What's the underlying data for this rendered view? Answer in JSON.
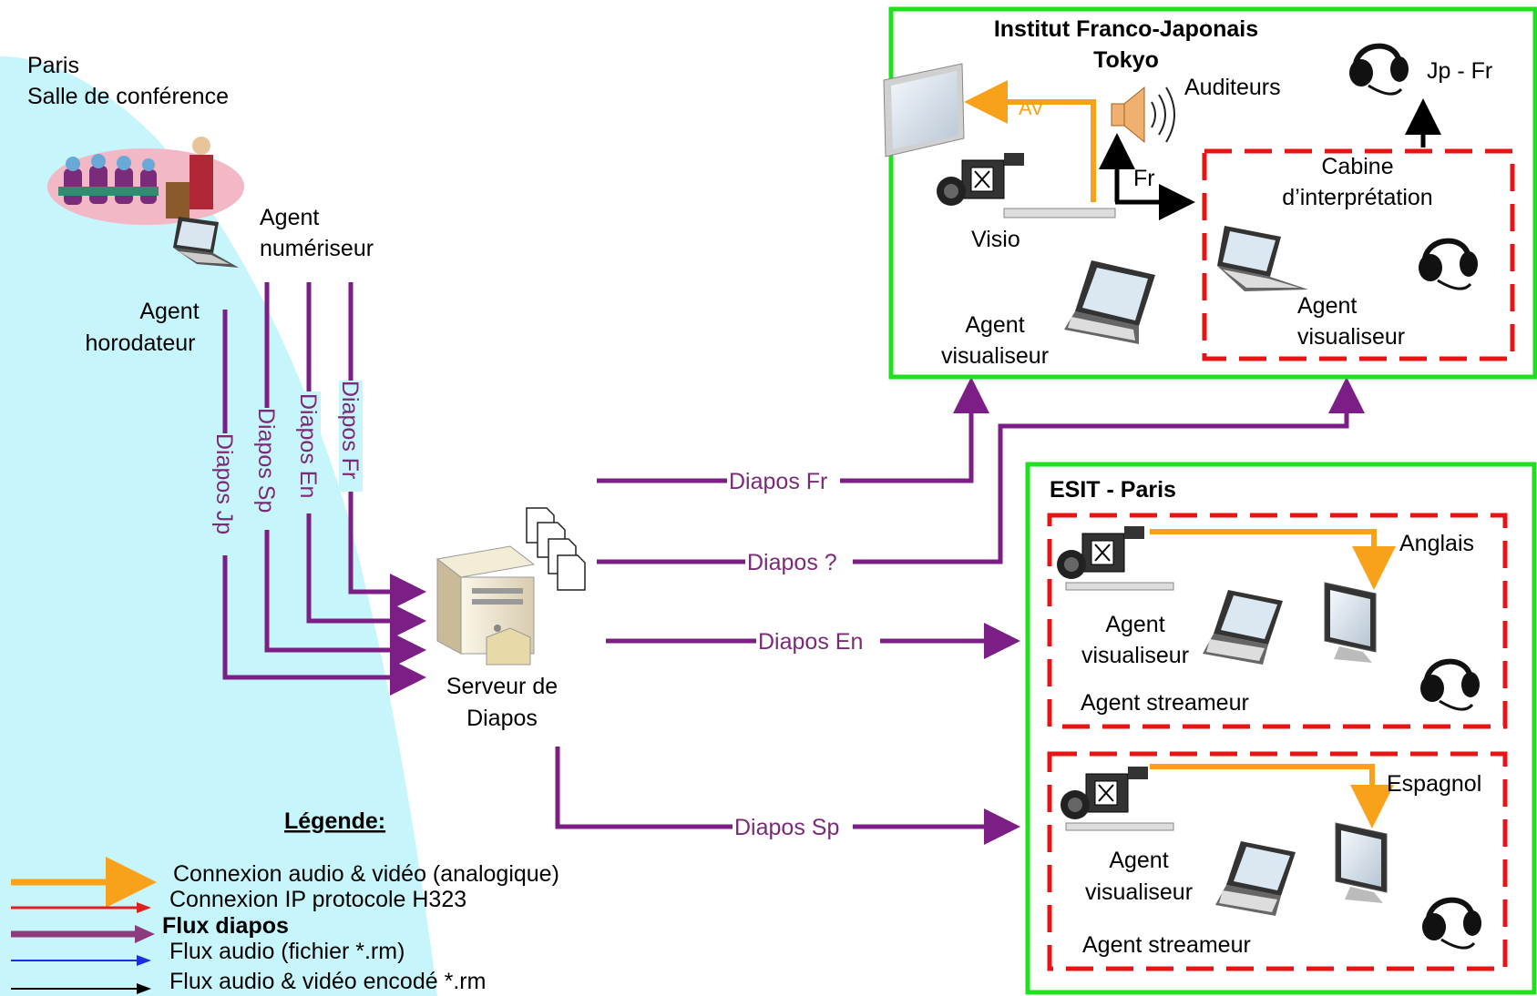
{
  "paris": {
    "line1": "Paris",
    "line2": "Salle de conférence",
    "agent_numeriseur": [
      "Agent",
      "numériseur"
    ],
    "agent_horodateur": [
      "Agent",
      "horodateur"
    ]
  },
  "vertical_flows": [
    "Diapos Jp",
    "Diapos Sp",
    "Diapos En",
    "Diapos Fr"
  ],
  "server": {
    "label": [
      "Serveur de",
      "Diapos"
    ]
  },
  "flows": {
    "fr": "Diapos Fr",
    "unknown": "Diapos ?",
    "en": "Diapos En",
    "sp": "Diapos Sp"
  },
  "tokyo": {
    "title": [
      "Institut Franco-Japonais",
      "Tokyo"
    ],
    "av": "AV",
    "auditeurs": "Auditeurs",
    "jp_fr": "Jp - Fr",
    "fr": "Fr",
    "visio": "Visio",
    "cabine": [
      "Cabine",
      "d’interprétation"
    ],
    "agent_vis_left": [
      "Agent",
      "visualiseur"
    ],
    "agent_vis_right": [
      "Agent",
      "visualiseur"
    ]
  },
  "esit": {
    "title": "ESIT - Paris",
    "anglais": {
      "lang": "Anglais",
      "agent_vis": [
        "Agent",
        "visualiseur"
      ],
      "streamer": "Agent streameur"
    },
    "espagnol": {
      "lang": "Espagnol",
      "agent_vis": [
        "Agent",
        "visualiseur"
      ],
      "streamer": "Agent streameur"
    }
  },
  "legend": {
    "title": "Légende:",
    "items": [
      {
        "label": "Connexion audio & vidéo (analogique)",
        "color": "#f5a623",
        "bold": false
      },
      {
        "label": "Connexion IP protocole H323",
        "color": "#e02020",
        "bold": false
      },
      {
        "label": "Flux diapos",
        "color": "#8e3a7e",
        "bold": true
      },
      {
        "label": "Flux audio (fichier *.rm)",
        "color": "#1a30e0",
        "bold": false
      },
      {
        "label": "Flux audio & vidéo  encodé *.rm",
        "color": "#000000",
        "bold": false
      }
    ]
  },
  "colors": {
    "purple": "#7b1e86",
    "orange": "#f8a21c",
    "green": "#1fe01f",
    "red_dash": "#e81414",
    "bg_blue": "#c6f5fb"
  }
}
